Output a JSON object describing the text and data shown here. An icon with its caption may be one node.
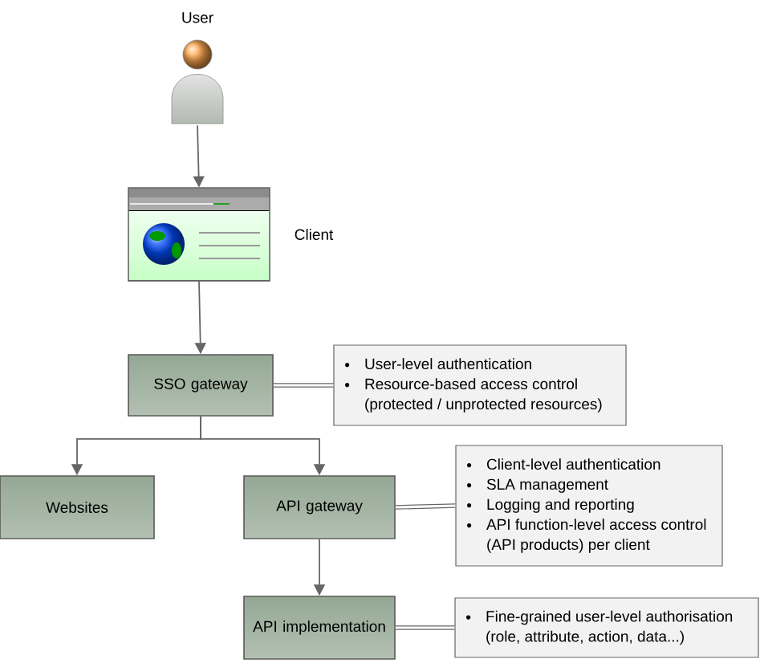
{
  "diagram": {
    "nodes": [
      {
        "text": [
          "User"
        ]
      },
      {
        "text": [
          "Client"
        ]
      },
      {
        "text": [
          "SSO gateway"
        ]
      },
      {
        "text": [
          "User-level authentication",
          "Resource-based access control (protected / unprotected resources)"
        ]
      },
      {
        "text": [
          "Websites"
        ]
      },
      {
        "text": [
          "API gateway"
        ]
      },
      {
        "text": [
          "Client-level authentication",
          "SLA management",
          "Logging and reporting",
          "API function-level access control (API products) per client"
        ]
      },
      {
        "text": [
          "API implementation"
        ]
      },
      {
        "text": [
          "Fine-grained user-level authorisation (role, attribute, action, data...)"
        ]
      }
    ],
    "edges": [
      {
        "from": 0,
        "to": 1,
        "arrow": "to"
      },
      {
        "from": 1,
        "to": 2,
        "arrow": "to"
      },
      {
        "from": 2,
        "to": 3,
        "arrow": "none",
        "style": "thick"
      },
      {
        "from": 2,
        "to": 4,
        "arrow": "to"
      },
      {
        "from": 2,
        "to": 5,
        "arrow": "to"
      },
      {
        "from": 5,
        "to": 6,
        "arrow": "none",
        "style": "thick"
      },
      {
        "from": 5,
        "to": 7,
        "arrow": "to"
      },
      {
        "from": 7,
        "to": 8,
        "arrow": "none",
        "style": "thick"
      }
    ]
  }
}
